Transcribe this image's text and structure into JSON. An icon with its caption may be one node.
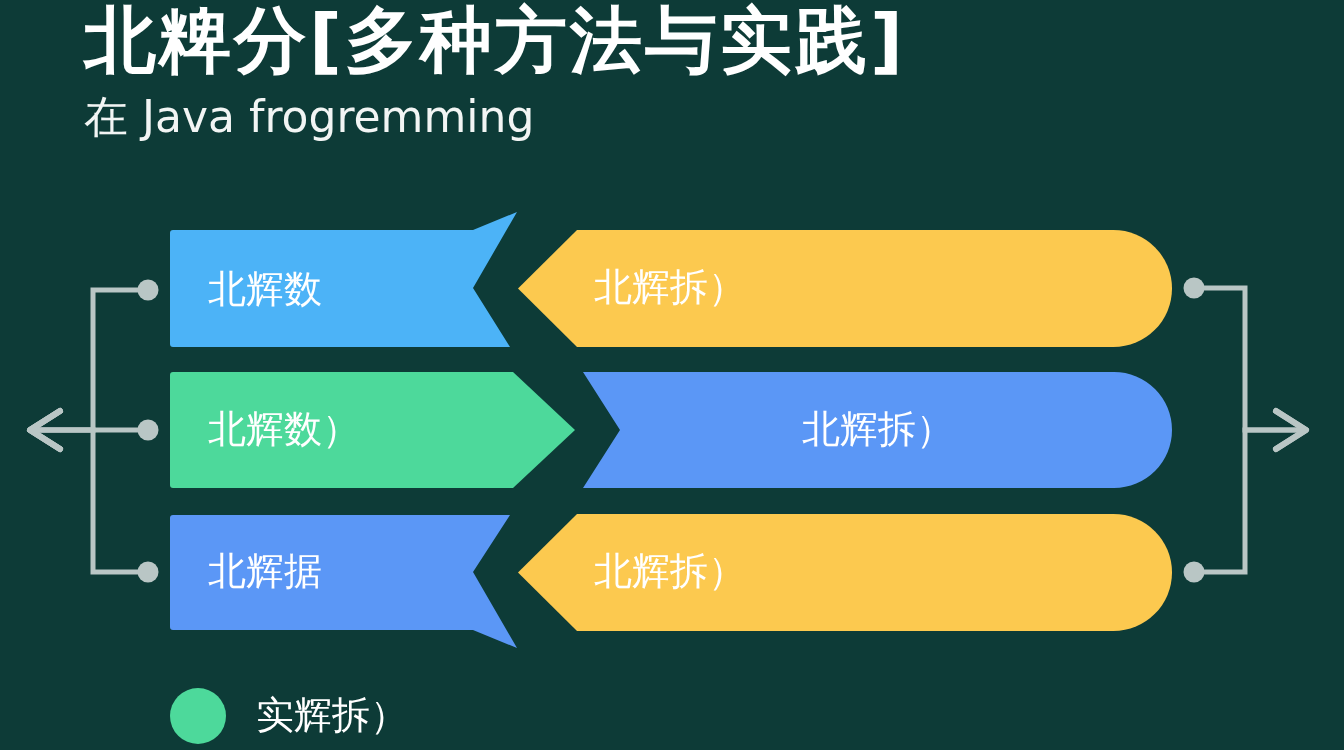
{
  "diagram": {
    "title": "北粺分[多种方法与实践]",
    "nodes": [
      {
        "text": [
          "北辉数"
        ]
      },
      {
        "text": [
          "北辉拆）"
        ]
      },
      {
        "text": [
          "北辉数）"
        ]
      },
      {
        "text": [
          "北辉拆）"
        ]
      },
      {
        "text": [
          "北辉据"
        ]
      },
      {
        "text": [
          "北辉拆）"
        ]
      }
    ],
    "edges": [
      {
        "from": 0,
        "to": null,
        "arrow": "to"
      },
      {
        "from": 2,
        "to": null,
        "arrow": "to"
      },
      {
        "from": 4,
        "to": null,
        "arrow": "to"
      },
      {
        "from": 1,
        "to": null,
        "arrow": "to"
      },
      {
        "from": 5,
        "to": null,
        "arrow": "to"
      }
    ],
    "labels": [
      "在 Java frogremming"
    ],
    "legend": [
      {
        "text": "实辉拆）",
        "color": "#4dd99b"
      }
    ]
  }
}
